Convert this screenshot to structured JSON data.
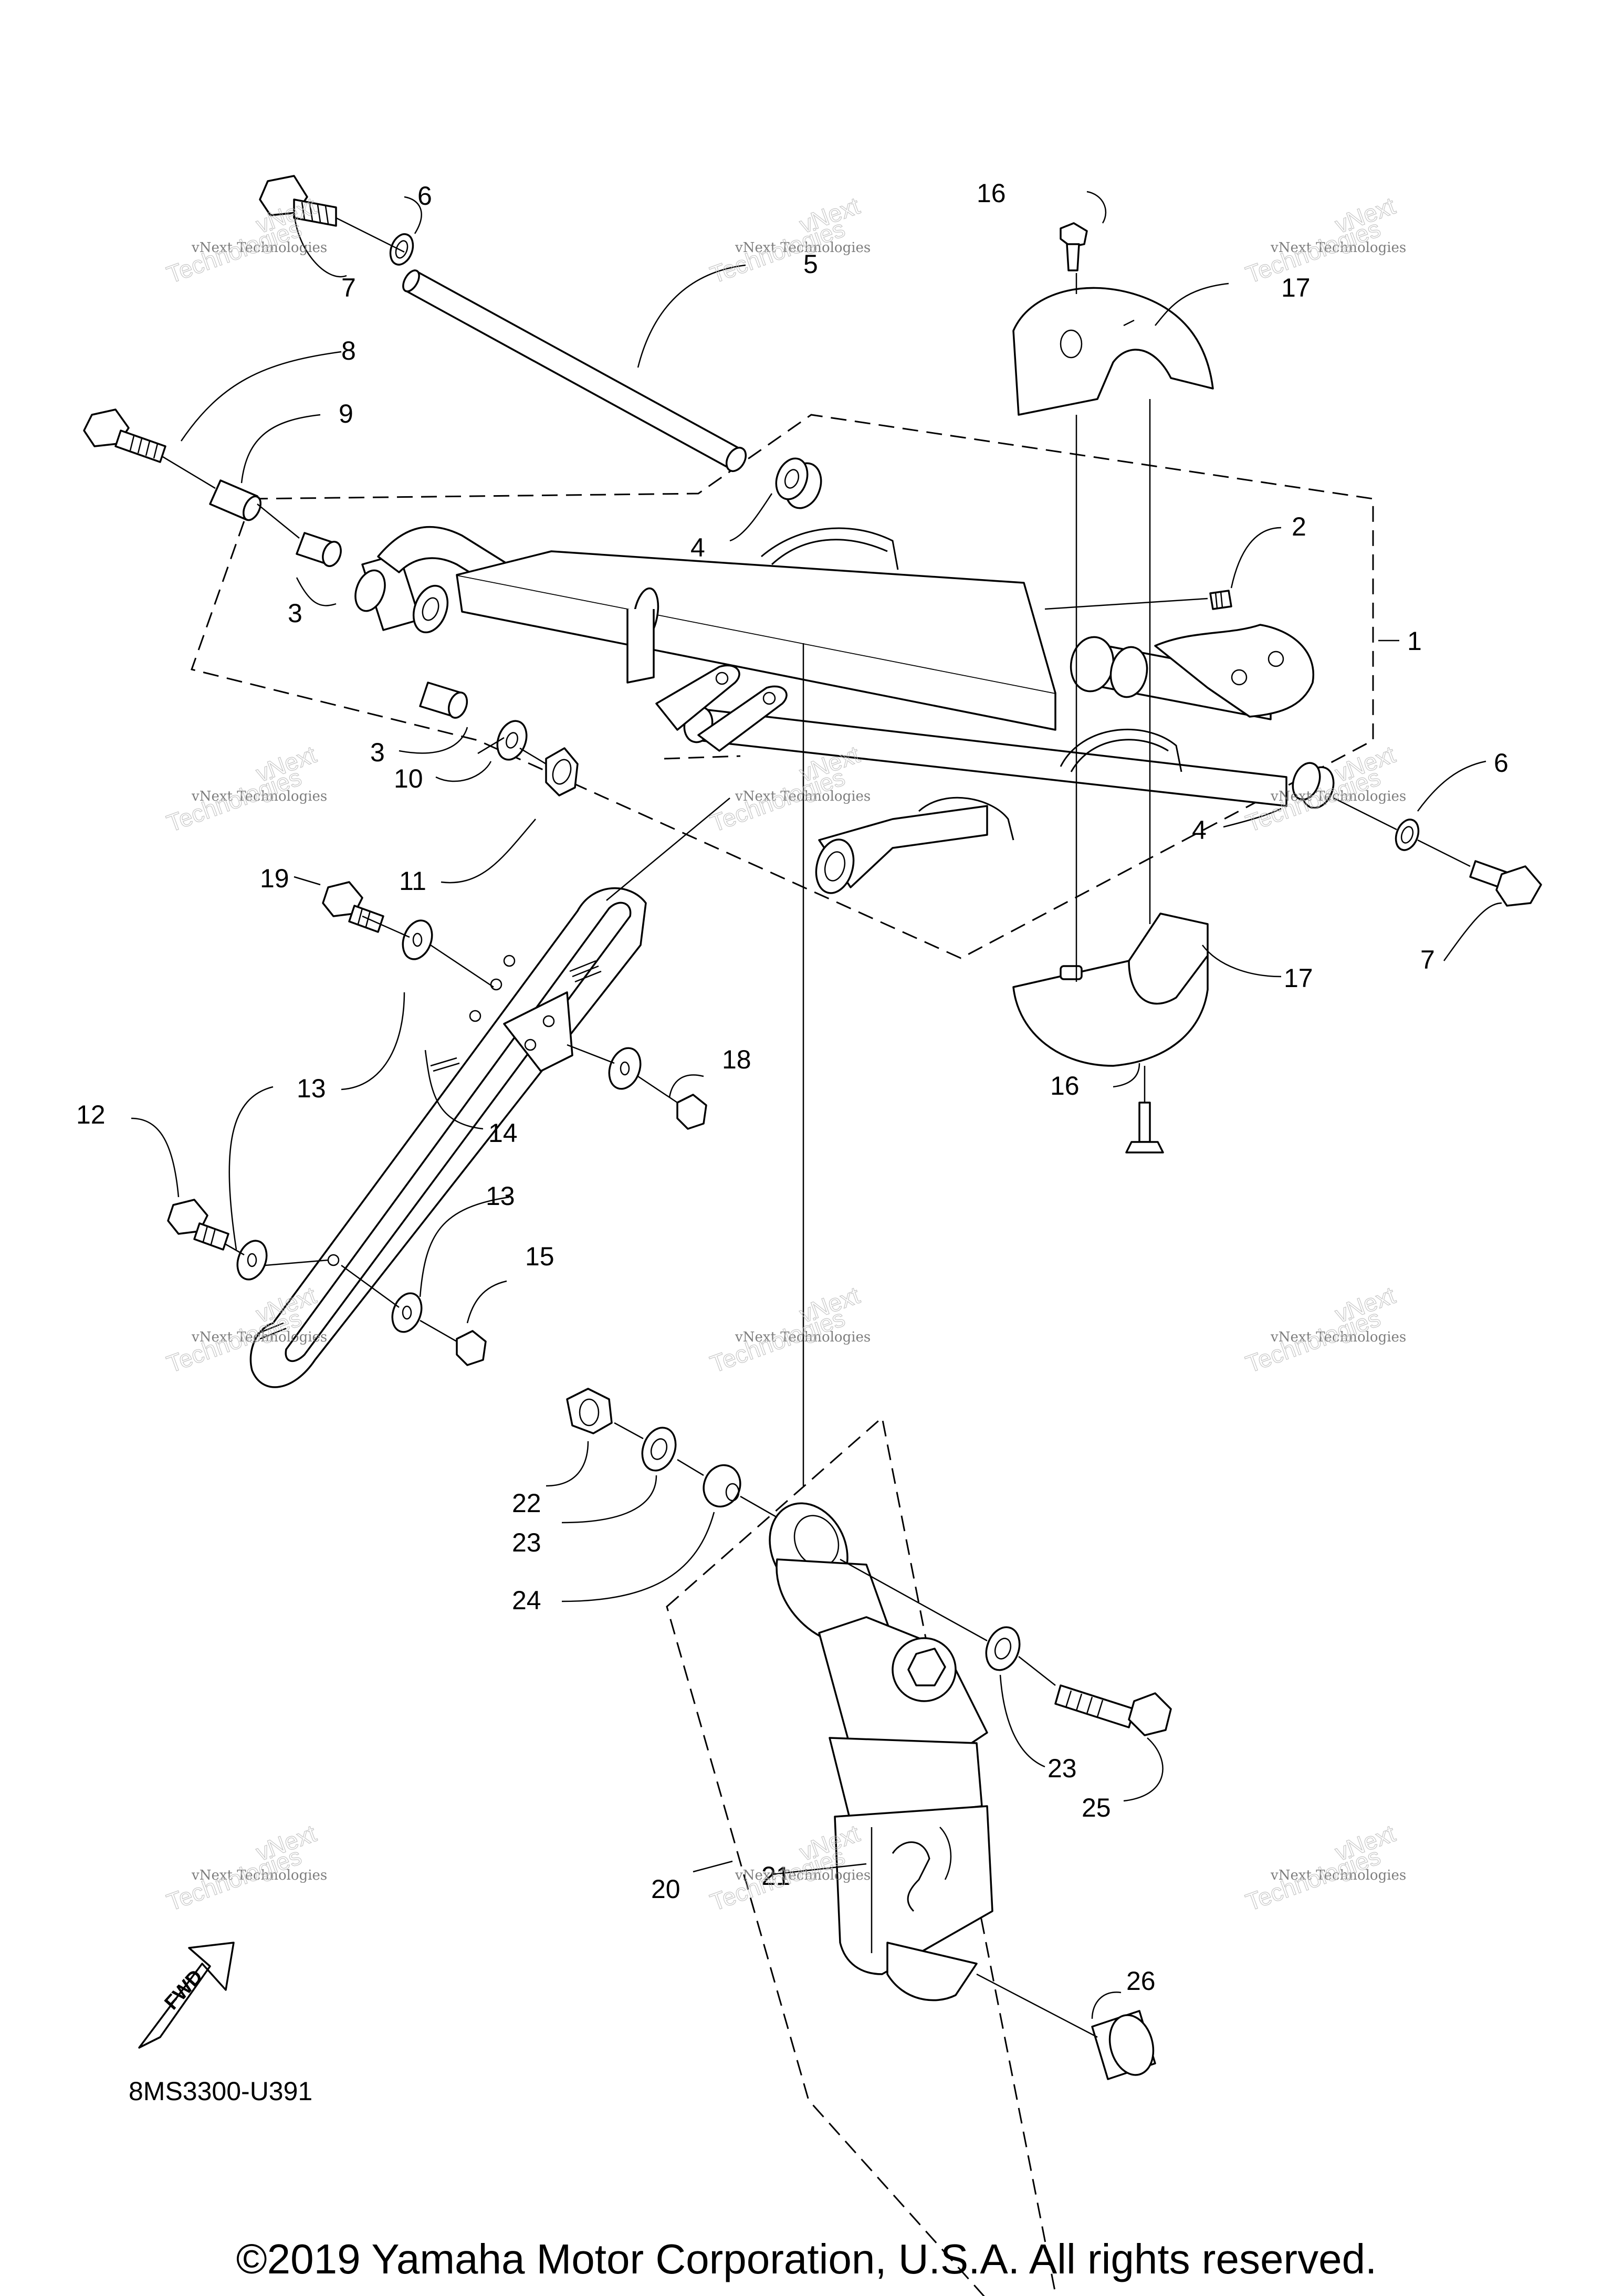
{
  "diagram": {
    "callouts": [
      {
        "id": "c1",
        "label": "1"
      },
      {
        "id": "c2",
        "label": "2"
      },
      {
        "id": "c3a",
        "label": "3"
      },
      {
        "id": "c3b",
        "label": "3"
      },
      {
        "id": "c4a",
        "label": "4"
      },
      {
        "id": "c4b",
        "label": "4"
      },
      {
        "id": "c5",
        "label": "5"
      },
      {
        "id": "c6a",
        "label": "6"
      },
      {
        "id": "c6b",
        "label": "6"
      },
      {
        "id": "c7a",
        "label": "7"
      },
      {
        "id": "c7b",
        "label": "7"
      },
      {
        "id": "c8",
        "label": "8"
      },
      {
        "id": "c9",
        "label": "9"
      },
      {
        "id": "c10",
        "label": "10"
      },
      {
        "id": "c11",
        "label": "11"
      },
      {
        "id": "c12",
        "label": "12"
      },
      {
        "id": "c13a",
        "label": "13"
      },
      {
        "id": "c13b",
        "label": "13"
      },
      {
        "id": "c14",
        "label": "14"
      },
      {
        "id": "c15",
        "label": "15"
      },
      {
        "id": "c16a",
        "label": "16"
      },
      {
        "id": "c16b",
        "label": "16"
      },
      {
        "id": "c17a",
        "label": "17"
      },
      {
        "id": "c17b",
        "label": "17"
      },
      {
        "id": "c18",
        "label": "18"
      },
      {
        "id": "c19",
        "label": "19"
      },
      {
        "id": "c20",
        "label": "20"
      },
      {
        "id": "c21",
        "label": "21"
      },
      {
        "id": "c22",
        "label": "22"
      },
      {
        "id": "c23a",
        "label": "23"
      },
      {
        "id": "c23b",
        "label": "23"
      },
      {
        "id": "c24",
        "label": "24"
      },
      {
        "id": "c25",
        "label": "25"
      },
      {
        "id": "c26",
        "label": "26"
      }
    ],
    "watermark_line1": "vNext Technologies",
    "watermark_line2": "vNext",
    "watermark_line3": "Technologies",
    "fwd_label": "FWD",
    "diagram_code": "8MS3300-U391"
  },
  "footer": {
    "copyright": "©2019 Yamaha Motor Corporation, U.S.A. All rights reserved."
  }
}
